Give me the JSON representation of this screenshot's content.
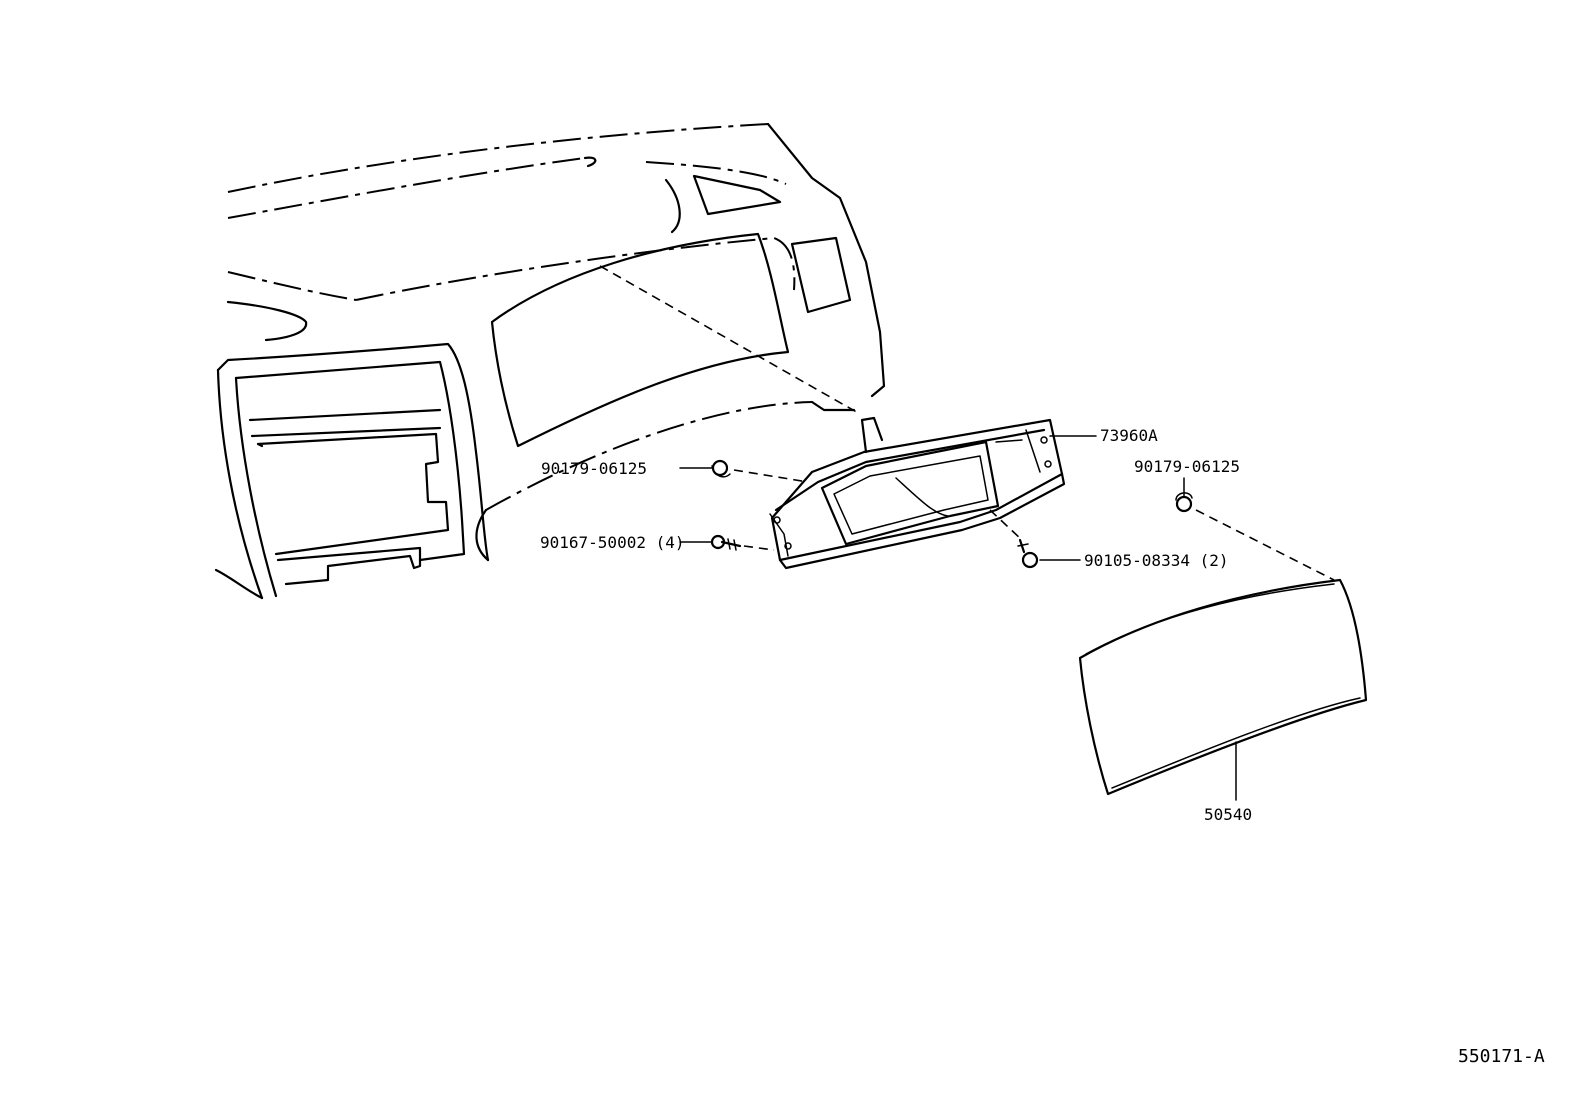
{
  "diagram": {
    "callouts": {
      "meter_hood_part": "73960A",
      "clip_left": "90179-06125",
      "clip_right": "90179-06125",
      "screw_left": "90167-50002 (4)",
      "screw_right": "90105-08334 (2)",
      "meter_glass": "50540"
    },
    "diagram_code": "550171-A"
  }
}
